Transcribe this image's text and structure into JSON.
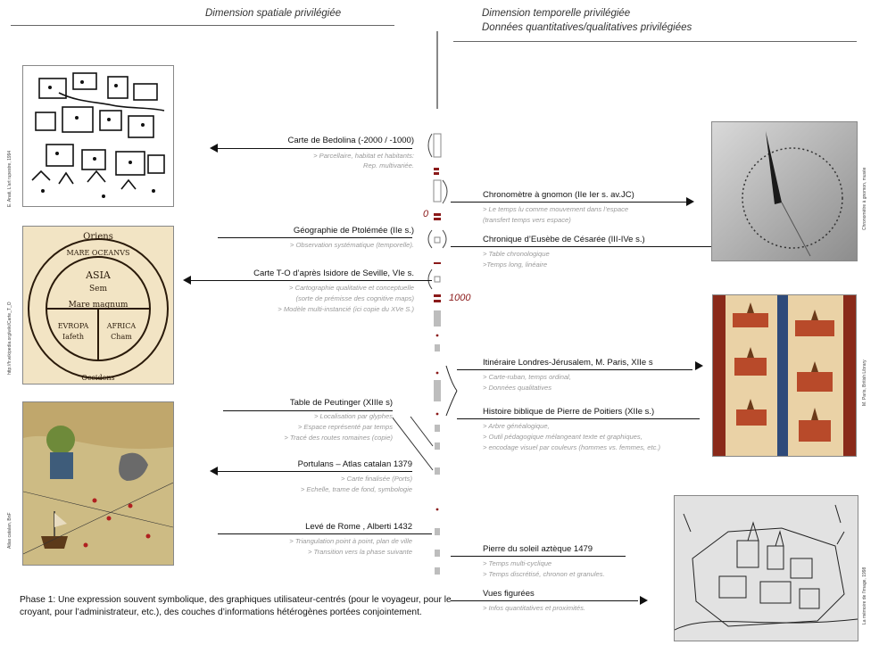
{
  "headers": {
    "spatial": "Dimension spatiale privilégiée",
    "temporal_1": "Dimension temporelle privilégiée",
    "temporal_2": "Données quantitatives/qualitatives privilégiées"
  },
  "timeline": {
    "marks": [
      "0",
      "1000"
    ]
  },
  "left_entries": [
    {
      "title": "Carte de Bedolina (-2000 / -1000)",
      "subs": [
        "> Parcellaire, habitat et habitants:",
        "Rep. multivariée."
      ]
    },
    {
      "title": "Géographie de Ptolémée (IIe s.)",
      "subs": [
        "> Observation systématique (temporelle)."
      ]
    },
    {
      "title": "Carte T-O d’après Isidore de Seville, VIe s.",
      "subs": [
        "> Cartographie qualitative et conceptuelle",
        "(sorte de prémisse des cognitive maps)",
        "> Modèle multi-instancié (ici copie du XVe S.)"
      ]
    },
    {
      "title": "Table de Peutinger (XIIIe s)",
      "subs": [
        "> Localisation par glyphes",
        "> Espace représenté par temps",
        "> Tracé des routes romaines (copie)"
      ]
    },
    {
      "title": "Portulans – Atlas catalan 1379",
      "subs": [
        "> Carte finalisée (Ports)",
        "> Echelle, trame de fond, symbologie"
      ]
    },
    {
      "title": "Levé de Rome ,  Alberti 1432",
      "subs": [
        "> Triangulation point à point, plan de ville",
        "> Transition vers la phase suivante"
      ]
    }
  ],
  "right_entries": [
    {
      "title": "Chronomètre à gnomon (IIe Ier s. av.JC)",
      "subs": [
        "> Le temps lu comme mouvement dans l’espace",
        "(transfert temps vers espace)"
      ]
    },
    {
      "title": "Chronique d’Eusèbe de Césarée (III-IVe s.)",
      "subs": [
        "> Table chronologique",
        ">Temps long, linéaire"
      ]
    },
    {
      "title": "Itinéraire Londres-Jérusalem, M. Paris, XIIe s",
      "subs": [
        "> Carte-ruban, temps ordinal,",
        "> Données qualitatives"
      ]
    },
    {
      "title": "Histoire biblique de Pierre de Poitiers (XIIe s.)",
      "subs": [
        "> Arbre généalogique,",
        "> Outil pédagogique mélangeant texte et graphiques,",
        "> encodage visuel par couleurs (hommes vs. femmes, etc.)"
      ]
    },
    {
      "title": "Pierre du soleil aztèque 1479",
      "subs": [
        "> Temps multi-cyclique",
        "> Temps discrétisé, chronon et granules."
      ]
    },
    {
      "title": "Vues figurées",
      "subs": [
        "> Infos quantitatives et proximités."
      ]
    }
  ],
  "map_labels": {
    "orient": "Oriens",
    "occident": "Occidens",
    "asia": "ASIA",
    "sem": "Sem",
    "mare": "Mare magnum",
    "europa": "EVROPA",
    "iafeth": "Iafeth",
    "africa": "AFRICA",
    "cham": "Cham",
    "ocean": "MARE OCEANVS"
  },
  "side_credits": {
    "bedolina": "E. Anati, L'art rupestre, 1994",
    "to_map": "http://fr.wikipedia.org/wiki/Carte_T_O",
    "catalan": "Atlas catalan, BnF",
    "gnomon": "Chronomètre à gnomon, musée",
    "paris": "M. Paris, British Library",
    "vue": "La mémoire de l'image, 1998"
  },
  "phase_text": "Phase 1: Une expression souvent symbolique, des graphiques utilisateur-centrés (pour le voyageur, pour le croyant, pour l’administrateur, etc.), des couches d’informations hétérogènes portées conjointement."
}
